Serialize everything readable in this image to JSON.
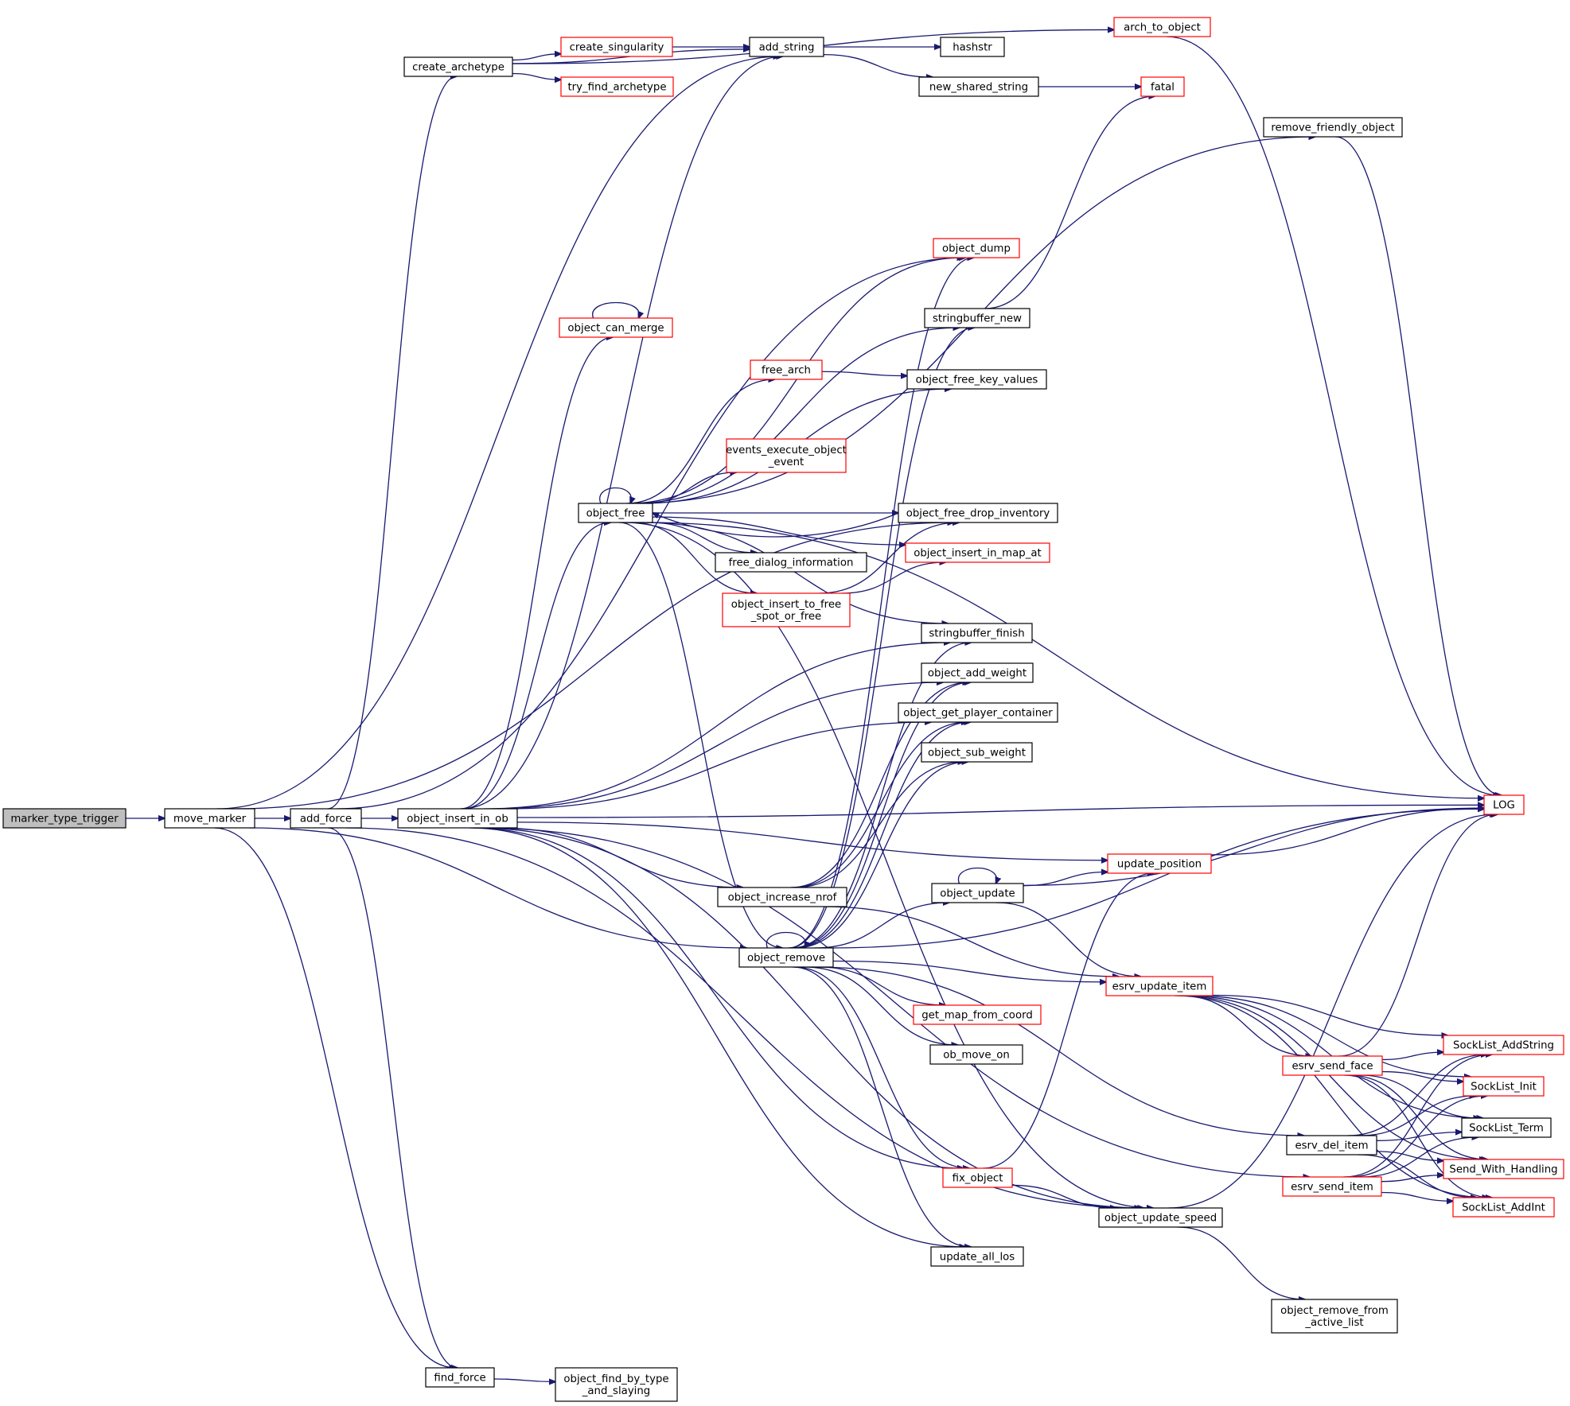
{
  "colors": {
    "edge": "#191970",
    "root_fill": "#bfbfbf",
    "node_fill": "#ffffff",
    "border_normal": "#000000",
    "border_truncated": "#ff0000"
  },
  "nodes": {
    "marker_type_trigger": {
      "label": [
        "marker_type_trigger"
      ],
      "style": "root"
    },
    "move_marker": {
      "label": [
        "move_marker"
      ],
      "style": "normal"
    },
    "add_force": {
      "label": [
        "add_force"
      ],
      "style": "normal"
    },
    "object_insert_in_ob": {
      "label": [
        "object_insert_in_ob"
      ],
      "style": "normal"
    },
    "create_archetype": {
      "label": [
        "create_archetype"
      ],
      "style": "normal"
    },
    "create_singularity": {
      "label": [
        "create_singularity"
      ],
      "style": "red"
    },
    "try_find_archetype": {
      "label": [
        "try_find_archetype"
      ],
      "style": "red"
    },
    "add_string": {
      "label": [
        "add_string"
      ],
      "style": "normal"
    },
    "hashstr": {
      "label": [
        "hashstr"
      ],
      "style": "normal"
    },
    "new_shared_string": {
      "label": [
        "new_shared_string"
      ],
      "style": "normal"
    },
    "fatal": {
      "label": [
        "fatal"
      ],
      "style": "red"
    },
    "arch_to_object": {
      "label": [
        "arch_to_object"
      ],
      "style": "red"
    },
    "remove_friendly_object": {
      "label": [
        "remove_friendly_object"
      ],
      "style": "normal"
    },
    "object_dump": {
      "label": [
        "object_dump"
      ],
      "style": "red"
    },
    "object_can_merge": {
      "label": [
        "object_can_merge"
      ],
      "style": "red"
    },
    "stringbuffer_new": {
      "label": [
        "stringbuffer_new"
      ],
      "style": "normal"
    },
    "free_arch": {
      "label": [
        "free_arch"
      ],
      "style": "red"
    },
    "object_free_key_values": {
      "label": [
        "object_free_key_values"
      ],
      "style": "normal"
    },
    "events_execute_object_event": {
      "label": [
        "events_execute_object",
        "_event"
      ],
      "style": "red"
    },
    "object_free": {
      "label": [
        "object_free"
      ],
      "style": "normal"
    },
    "object_free_drop_inventory": {
      "label": [
        "object_free_drop_inventory"
      ],
      "style": "normal"
    },
    "free_dialog_information": {
      "label": [
        "free_dialog_information"
      ],
      "style": "normal"
    },
    "object_insert_in_map_at": {
      "label": [
        "object_insert_in_map_at"
      ],
      "style": "red"
    },
    "object_insert_to_free_spot_or_free": {
      "label": [
        "object_insert_to_free",
        "_spot_or_free"
      ],
      "style": "red"
    },
    "stringbuffer_finish": {
      "label": [
        "stringbuffer_finish"
      ],
      "style": "normal"
    },
    "object_add_weight": {
      "label": [
        "object_add_weight"
      ],
      "style": "normal"
    },
    "object_get_player_container": {
      "label": [
        "object_get_player_container"
      ],
      "style": "normal"
    },
    "object_sub_weight": {
      "label": [
        "object_sub_weight"
      ],
      "style": "normal"
    },
    "LOG": {
      "label": [
        "LOG"
      ],
      "style": "red"
    },
    "update_position": {
      "label": [
        "update_position"
      ],
      "style": "red"
    },
    "object_update": {
      "label": [
        "object_update"
      ],
      "style": "normal"
    },
    "object_increase_nrof": {
      "label": [
        "object_increase_nrof"
      ],
      "style": "normal"
    },
    "object_remove": {
      "label": [
        "object_remove"
      ],
      "style": "normal"
    },
    "esrv_update_item": {
      "label": [
        "esrv_update_item"
      ],
      "style": "red"
    },
    "get_map_from_coord": {
      "label": [
        "get_map_from_coord"
      ],
      "style": "red"
    },
    "ob_move_on": {
      "label": [
        "ob_move_on"
      ],
      "style": "normal"
    },
    "esrv_send_face": {
      "label": [
        "esrv_send_face"
      ],
      "style": "red"
    },
    "SockList_AddString": {
      "label": [
        "SockList_AddString"
      ],
      "style": "red"
    },
    "SockList_Init": {
      "label": [
        "SockList_Init"
      ],
      "style": "red"
    },
    "SockList_Term": {
      "label": [
        "SockList_Term"
      ],
      "style": "normal"
    },
    "esrv_del_item": {
      "label": [
        "esrv_del_item"
      ],
      "style": "normal"
    },
    "Send_With_Handling": {
      "label": [
        "Send_With_Handling"
      ],
      "style": "red"
    },
    "fix_object": {
      "label": [
        "fix_object"
      ],
      "style": "red"
    },
    "esrv_send_item": {
      "label": [
        "esrv_send_item"
      ],
      "style": "red"
    },
    "SockList_AddInt": {
      "label": [
        "SockList_AddInt"
      ],
      "style": "red"
    },
    "object_update_speed": {
      "label": [
        "object_update_speed"
      ],
      "style": "normal"
    },
    "update_all_los": {
      "label": [
        "update_all_los"
      ],
      "style": "normal"
    },
    "object_remove_from_active_list": {
      "label": [
        "object_remove_from",
        "_active_list"
      ],
      "style": "normal"
    },
    "find_force": {
      "label": [
        "find_force"
      ],
      "style": "normal"
    },
    "object_find_by_type_and_slaying": {
      "label": [
        "object_find_by_type",
        "_and_slaying"
      ],
      "style": "normal"
    }
  },
  "edges": [
    [
      "marker_type_trigger",
      "move_marker"
    ],
    [
      "move_marker",
      "add_force"
    ],
    [
      "move_marker",
      "add_string"
    ],
    [
      "move_marker",
      "object_free_drop_inventory"
    ],
    [
      "move_marker",
      "object_remove"
    ],
    [
      "move_marker",
      "find_force"
    ],
    [
      "add_force",
      "object_insert_in_ob"
    ],
    [
      "add_force",
      "create_archetype"
    ],
    [
      "add_force",
      "object_dump"
    ],
    [
      "add_force",
      "find_force"
    ],
    [
      "add_force",
      "object_update_speed"
    ],
    [
      "create_archetype",
      "add_string"
    ],
    [
      "create_archetype",
      "create_singularity"
    ],
    [
      "create_archetype",
      "try_find_archetype"
    ],
    [
      "create_archetype",
      "arch_to_object"
    ],
    [
      "create_singularity",
      "add_string"
    ],
    [
      "add_string",
      "hashstr"
    ],
    [
      "add_string",
      "new_shared_string"
    ],
    [
      "new_shared_string",
      "fatal"
    ],
    [
      "arch_to_object",
      "LOG"
    ],
    [
      "remove_friendly_object",
      "LOG"
    ],
    [
      "object_insert_in_ob",
      "add_string"
    ],
    [
      "object_insert_in_ob",
      "object_can_merge"
    ],
    [
      "object_insert_in_ob",
      "object_free"
    ],
    [
      "object_insert_in_ob",
      "stringbuffer_finish"
    ],
    [
      "object_insert_in_ob",
      "object_add_weight"
    ],
    [
      "object_insert_in_ob",
      "LOG"
    ],
    [
      "object_insert_in_ob",
      "update_position"
    ],
    [
      "object_insert_in_ob",
      "object_increase_nrof"
    ],
    [
      "object_insert_in_ob",
      "esrv_send_item"
    ],
    [
      "object_insert_in_ob",
      "fix_object"
    ],
    [
      "object_insert_in_ob",
      "update_all_los"
    ],
    [
      "object_insert_in_ob",
      "object_update_speed"
    ],
    [
      "object_insert_in_ob",
      "object_get_player_container"
    ],
    [
      "object_can_merge",
      "object_can_merge"
    ],
    [
      "object_free",
      "object_free"
    ],
    [
      "object_free",
      "remove_friendly_object"
    ],
    [
      "object_free",
      "LOG"
    ],
    [
      "object_free",
      "object_dump"
    ],
    [
      "object_free",
      "stringbuffer_new"
    ],
    [
      "object_free",
      "free_arch"
    ],
    [
      "object_free",
      "object_free_key_values"
    ],
    [
      "object_free",
      "events_execute_object_event"
    ],
    [
      "object_free",
      "object_free_drop_inventory"
    ],
    [
      "object_free",
      "free_dialog_information"
    ],
    [
      "object_free",
      "object_insert_to_free_spot_or_free"
    ],
    [
      "object_free",
      "object_insert_in_map_at"
    ],
    [
      "object_free",
      "stringbuffer_finish"
    ],
    [
      "object_free",
      "object_remove"
    ],
    [
      "object_free",
      "object_update_speed"
    ],
    [
      "object_free_drop_inventory",
      "object_free"
    ],
    [
      "object_insert_to_free_spot_or_free",
      "object_insert_in_map_at"
    ],
    [
      "object_insert_to_free_spot_or_free",
      "object_free_drop_inventory"
    ],
    [
      "free_arch",
      "object_free_key_values"
    ],
    [
      "stringbuffer_new",
      "fatal"
    ],
    [
      "object_increase_nrof",
      "object_add_weight"
    ],
    [
      "object_increase_nrof",
      "object_get_player_container"
    ],
    [
      "object_increase_nrof",
      "esrv_update_item"
    ],
    [
      "object_increase_nrof",
      "object_sub_weight"
    ],
    [
      "object_remove",
      "object_remove"
    ],
    [
      "object_remove",
      "object_dump"
    ],
    [
      "object_remove",
      "stringbuffer_new"
    ],
    [
      "object_remove",
      "stringbuffer_finish"
    ],
    [
      "object_remove",
      "object_sub_weight"
    ],
    [
      "object_remove",
      "object_get_player_container"
    ],
    [
      "object_remove",
      "object_add_weight"
    ],
    [
      "object_remove",
      "LOG"
    ],
    [
      "object_remove",
      "object_update"
    ],
    [
      "object_remove",
      "esrv_update_item"
    ],
    [
      "object_remove",
      "get_map_from_coord"
    ],
    [
      "object_remove",
      "ob_move_on"
    ],
    [
      "object_remove",
      "esrv_del_item"
    ],
    [
      "object_remove",
      "fix_object"
    ],
    [
      "object_remove",
      "update_all_los"
    ],
    [
      "object_update",
      "object_update"
    ],
    [
      "object_update",
      "LOG"
    ],
    [
      "object_update",
      "update_position"
    ],
    [
      "object_update",
      "esrv_update_item"
    ],
    [
      "update_position",
      "LOG"
    ],
    [
      "esrv_update_item",
      "SockList_AddString"
    ],
    [
      "esrv_update_item",
      "SockList_Init"
    ],
    [
      "esrv_update_item",
      "esrv_send_face"
    ],
    [
      "esrv_update_item",
      "SockList_Term"
    ],
    [
      "esrv_update_item",
      "Send_With_Handling"
    ],
    [
      "esrv_update_item",
      "SockList_AddInt"
    ],
    [
      "esrv_send_face",
      "LOG"
    ],
    [
      "esrv_send_face",
      "SockList_AddString"
    ],
    [
      "esrv_send_face",
      "SockList_Init"
    ],
    [
      "esrv_send_face",
      "SockList_Term"
    ],
    [
      "esrv_send_face",
      "Send_With_Handling"
    ],
    [
      "esrv_send_face",
      "SockList_AddInt"
    ],
    [
      "esrv_del_item",
      "SockList_AddString"
    ],
    [
      "esrv_del_item",
      "SockList_Init"
    ],
    [
      "esrv_del_item",
      "SockList_Term"
    ],
    [
      "esrv_del_item",
      "Send_With_Handling"
    ],
    [
      "esrv_del_item",
      "SockList_AddInt"
    ],
    [
      "esrv_send_item",
      "SockList_AddString"
    ],
    [
      "esrv_send_item",
      "SockList_Init"
    ],
    [
      "esrv_send_item",
      "SockList_Term"
    ],
    [
      "esrv_send_item",
      "Send_With_Handling"
    ],
    [
      "esrv_send_item",
      "SockList_AddInt"
    ],
    [
      "fix_object",
      "update_position"
    ],
    [
      "fix_object",
      "object_update_speed"
    ],
    [
      "object_update_speed",
      "LOG"
    ],
    [
      "object_update_speed",
      "object_remove_from_active_list"
    ],
    [
      "find_force",
      "object_find_by_type_and_slaying"
    ]
  ]
}
